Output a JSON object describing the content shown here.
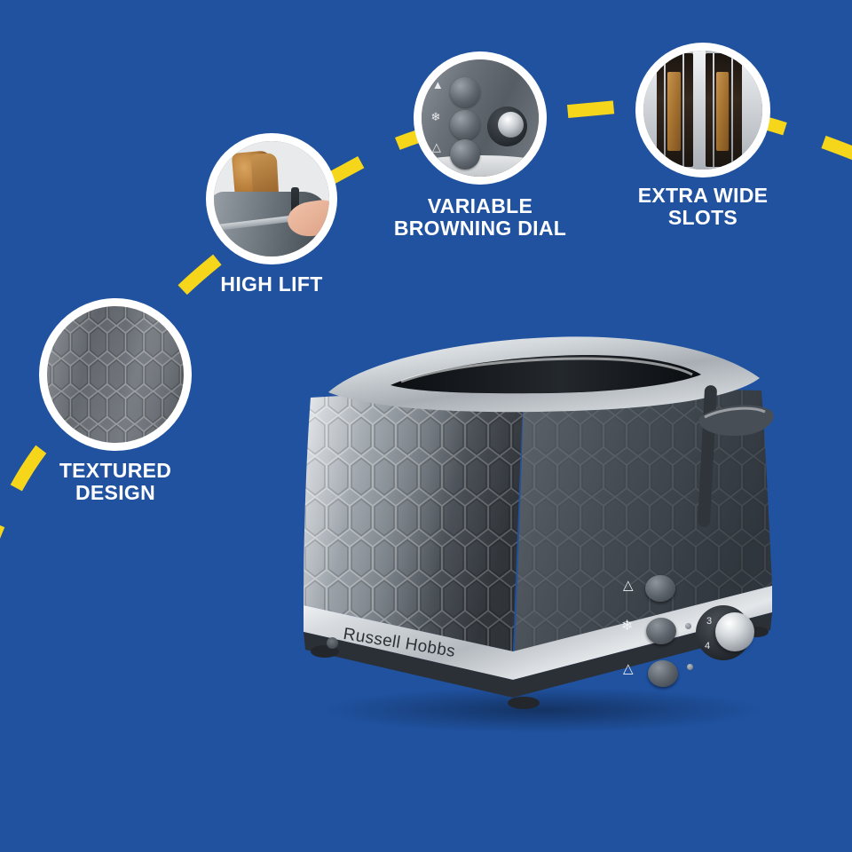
{
  "theme": {
    "background_blue": "#2052a0",
    "dash_yellow": "#f5d61a",
    "callout_ring_white": "#ffffff",
    "label_text_color": "#ffffff",
    "toaster_grey": "#6d747c",
    "toaster_dark_grey": "#3c434a",
    "steel_silver": "#d7dbdf"
  },
  "callouts": [
    {
      "id": "textured-design",
      "label": "TEXTURED\nDESIGN",
      "icon_name": "hex-texture-closeup",
      "photo_alt": "Close-up of the honeycomb textured toaster body"
    },
    {
      "id": "high-lift",
      "label": "HIGH LIFT",
      "icon_name": "high-lift-closeup",
      "photo_alt": "Hand raising toaster lever lifting toast clear of the slot"
    },
    {
      "id": "variable-browning-dial",
      "label": "VARIABLE\nBROWNING DIAL",
      "icon_name": "browning-dial-closeup",
      "photo_alt": "Control panel with browning dial and function buttons"
    },
    {
      "id": "extra-wide-slots",
      "label": "EXTRA WIDE\nSLOTS",
      "icon_name": "extra-wide-slots-closeup",
      "photo_alt": "Top view into two extra wide toasting slots with bread"
    }
  ],
  "product": {
    "brand": "Russell Hobbs",
    "brand_mark": "russell-hobbs-roundel",
    "type": "2 slice toaster",
    "colour": "Grey",
    "controls": {
      "buttons": [
        {
          "id": "reheat",
          "icon_name": "reheat-icon",
          "glyph": "⌂"
        },
        {
          "id": "defrost",
          "icon_name": "snowflake-icon",
          "glyph": "❄"
        },
        {
          "id": "cancel",
          "icon_name": "cancel-stop-icon",
          "glyph": "⛭"
        }
      ],
      "dial": {
        "id": "browning-dial",
        "icon_name": "rotary-dial",
        "visible_marks": [
          "3",
          "4"
        ]
      },
      "lever": {
        "id": "carriage-lever",
        "icon_name": "lift-lever"
      }
    }
  }
}
